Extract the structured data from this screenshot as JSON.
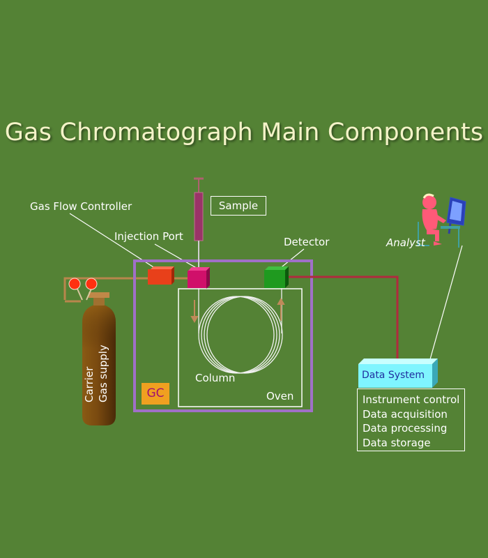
{
  "title": "Gas Chromatograph Main Components",
  "labels": {
    "gas_flow_controller": "Gas Flow Controller",
    "injection_port": "Injection Port",
    "sample": "Sample",
    "detector": "Detector",
    "analyst": "Analyst",
    "column": "Column",
    "oven": "Oven",
    "gc": "GC",
    "carrier": "Carrier",
    "gas_supply": "Gas supply",
    "data_system": "Data System"
  },
  "data_system_functions": [
    "Instrument control",
    "Data acquisition",
    "Data processing",
    "Data storage"
  ],
  "colors": {
    "background": "#548235",
    "title": "#f4f3c8",
    "oven_frame": "#a070c8",
    "controller": "#e8401a",
    "injection_port": "#d0106a",
    "detector": "#1f9a1f",
    "gas_line": "#b8864c",
    "signal_line": "#b02a3e",
    "data_system": "#7ff5ff",
    "cylinder": "#6a4010",
    "gc_badge": "#f0a020"
  }
}
